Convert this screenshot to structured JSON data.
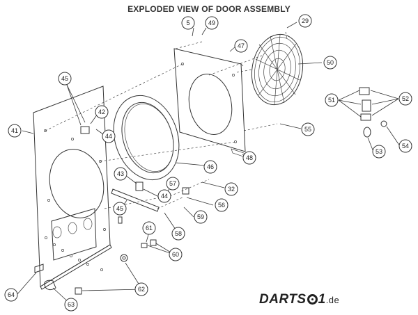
{
  "title": "EXPLODED VIEW OF DOOR ASSEMBLY",
  "brand": {
    "name": "DARTS",
    "digit": "1",
    "suffix": ".de",
    "logo_icon": "dartboard-icon"
  },
  "callouts": [
    {
      "id": "c5",
      "label": "5"
    },
    {
      "id": "c49",
      "label": "49"
    },
    {
      "id": "c29",
      "label": "29"
    },
    {
      "id": "c47",
      "label": "47"
    },
    {
      "id": "c50",
      "label": "50"
    },
    {
      "id": "c45a",
      "label": "45"
    },
    {
      "id": "c42",
      "label": "42"
    },
    {
      "id": "c41",
      "label": "41"
    },
    {
      "id": "c44a",
      "label": "44"
    },
    {
      "id": "c51",
      "label": "51"
    },
    {
      "id": "c52",
      "label": "52"
    },
    {
      "id": "c55",
      "label": "55"
    },
    {
      "id": "c53",
      "label": "53"
    },
    {
      "id": "c54",
      "label": "54"
    },
    {
      "id": "c46",
      "label": "46"
    },
    {
      "id": "c48",
      "label": "48"
    },
    {
      "id": "c43",
      "label": "43"
    },
    {
      "id": "c57",
      "label": "57"
    },
    {
      "id": "c32",
      "label": "32"
    },
    {
      "id": "c44b",
      "label": "44"
    },
    {
      "id": "c56",
      "label": "56"
    },
    {
      "id": "c45b",
      "label": "45"
    },
    {
      "id": "c59",
      "label": "59"
    },
    {
      "id": "c58",
      "label": "58"
    },
    {
      "id": "c61",
      "label": "61"
    },
    {
      "id": "c60",
      "label": "60"
    },
    {
      "id": "c64",
      "label": "64"
    },
    {
      "id": "c62",
      "label": "62"
    },
    {
      "id": "c63",
      "label": "63"
    }
  ]
}
